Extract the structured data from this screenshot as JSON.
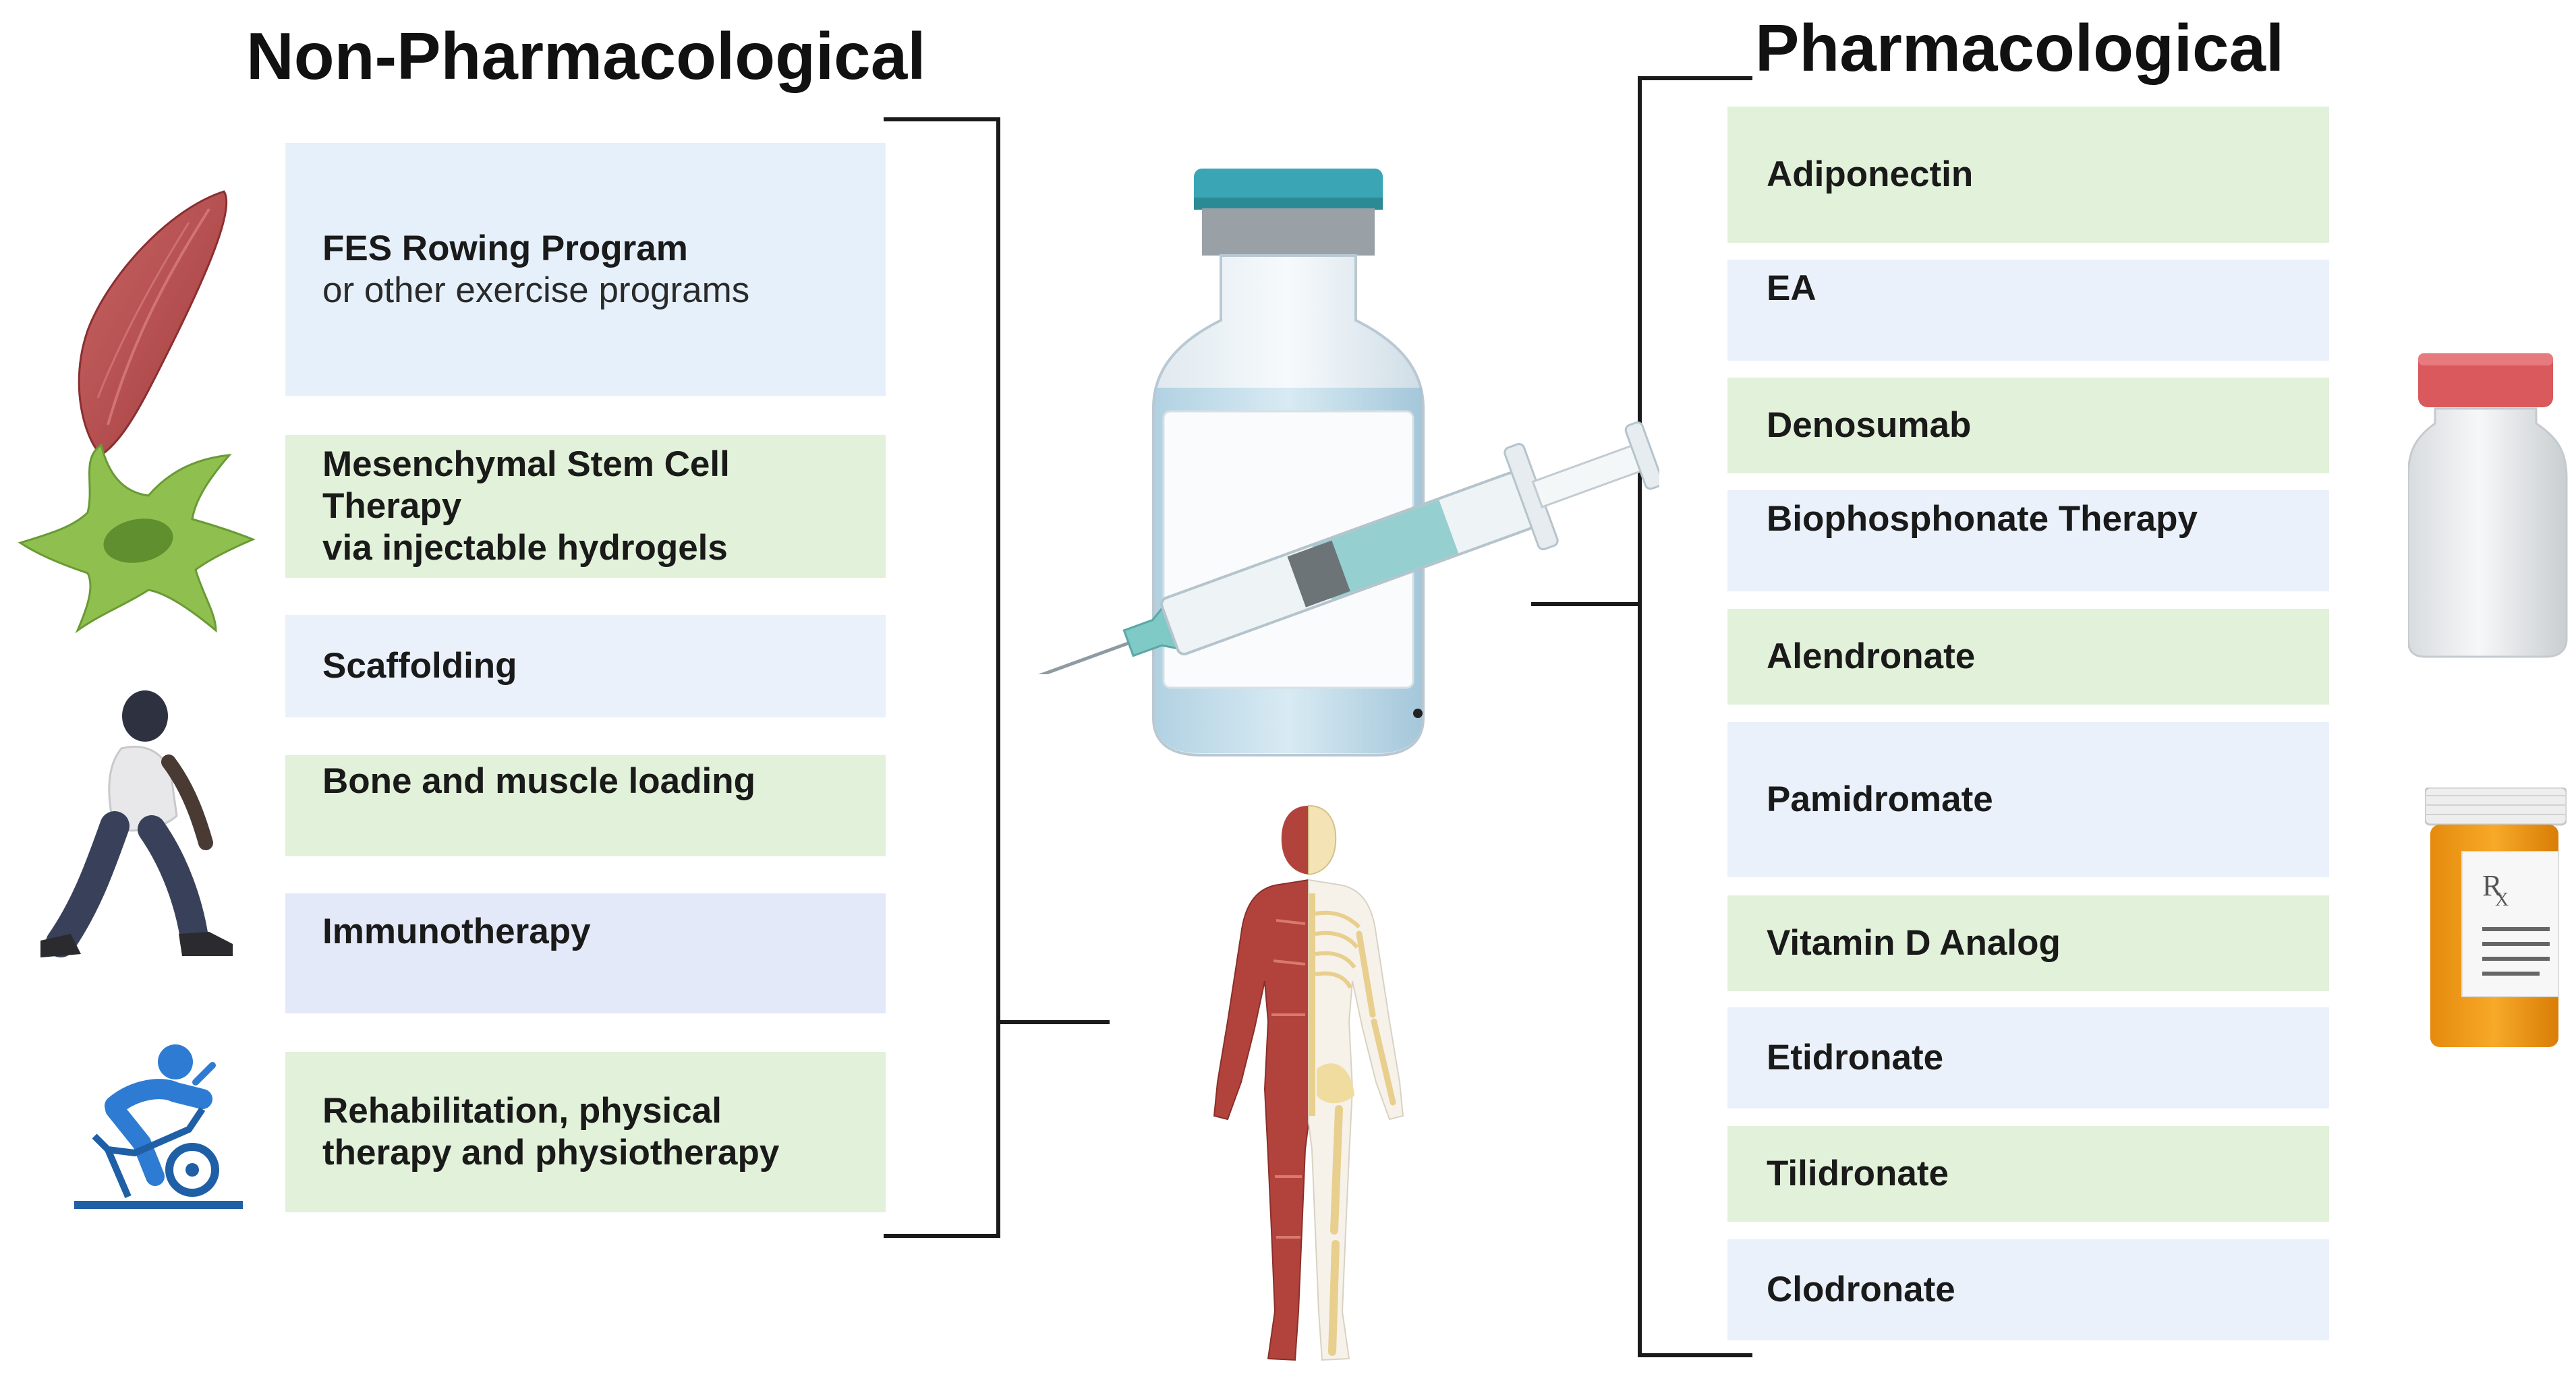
{
  "left": {
    "title": "Non-Pharmacological",
    "items": [
      {
        "line1": "FES Rowing Program",
        "line2": "or other exercise programs"
      },
      {
        "line1": "Mesenchymal Stem Cell",
        "line2": "Therapy",
        "line3": "via injectable hydrogels"
      },
      {
        "line1": "Scaffolding"
      },
      {
        "line1": "Bone and muscle loading"
      },
      {
        "line1": "Immunotherapy"
      },
      {
        "line1": "Rehabilitation,  physical",
        "line2": "therapy and physiotherapy"
      }
    ]
  },
  "right": {
    "title": "Pharmacological",
    "items": [
      "Adiponectin",
      "EA",
      "Denosumab",
      "Biophosphonate Therapy",
      "Alendronate",
      "Pamidromate",
      "Vitamin D Analog",
      "Etidronate",
      "Tilidronate",
      "Clodronate"
    ]
  },
  "rx_label": "R",
  "rx_sub": "X",
  "icons": {
    "muscle": "muscle-icon",
    "stem_cell": "stem-cell-icon",
    "walking": "walking-person-icon",
    "cycling": "exercise-bike-icon",
    "vial": "vial-icon",
    "syringe": "syringe-icon",
    "body": "human-body-icon",
    "bottle": "pill-bottle-icon",
    "rx_bottle": "prescription-bottle-icon"
  },
  "colors": {
    "green_box": "#e2f1d9",
    "blue_box": "#e6f0fb",
    "lavender_box": "#e4e9f9",
    "vial_cap": "#3aa6b5",
    "rx_orange": "#f39b16",
    "bottle_cap": "#d9595c"
  }
}
